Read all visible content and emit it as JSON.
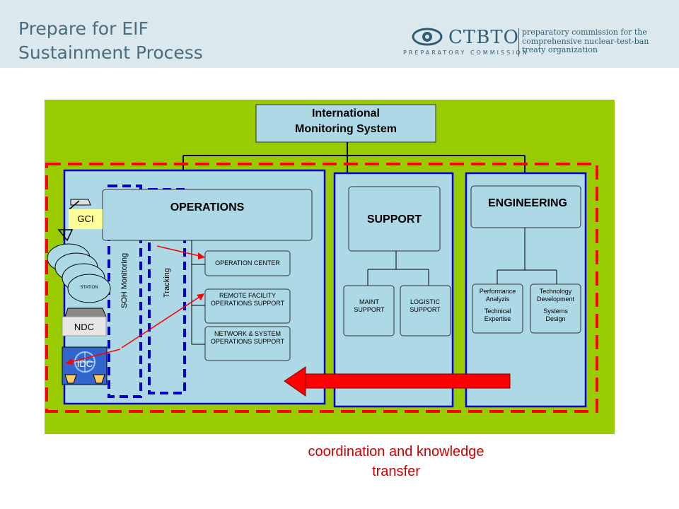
{
  "header": {
    "title_line1": "Prepare for EIF",
    "title_line2": "Sustainment Process",
    "logo_name": "CTBTO",
    "logo_sub": "PREPARATORY COMMISSION",
    "logo_tag_1": "preparatory commission for the",
    "logo_tag_2": "comprehensive nuclear-test-ban",
    "logo_tag_3": "treaty organization"
  },
  "org": {
    "top_line1": "International",
    "top_line2": "Monitoring System",
    "operations": "OPERATIONS",
    "support": "SUPPORT",
    "engineering": "ENGINEERING",
    "ops_children": [
      "OPERATION CENTER",
      "REMOTE FACILITY OPERATIONS SUPPORT",
      "NETWORK & SYSTEM OPERATIONS SUPPORT"
    ],
    "support_children": [
      "MAINT SUPPORT",
      "LOGISTIC SUPPORT"
    ],
    "eng_children": [
      {
        "line1": "Performance",
        "line2": "Analyzis",
        "line3": "Technical",
        "line4": "Expertise"
      },
      {
        "line1": "Technology",
        "line2": "Development",
        "line3": "Systems",
        "line4": "Design"
      }
    ],
    "soh_label": "SOH Monitoring",
    "tracking_label": "Tracking"
  },
  "icons": {
    "gci": "GCI",
    "station": "STATION",
    "ndc": "NDC",
    "idc": "IDC"
  },
  "caption_line1": "coordination and knowledge",
  "caption_line2": "transfer",
  "colors": {
    "green_bg": "#99cc00",
    "panel": "#add8e6",
    "blue": "#0000cc",
    "red": "#ff0000",
    "caption": "#cc0000"
  }
}
